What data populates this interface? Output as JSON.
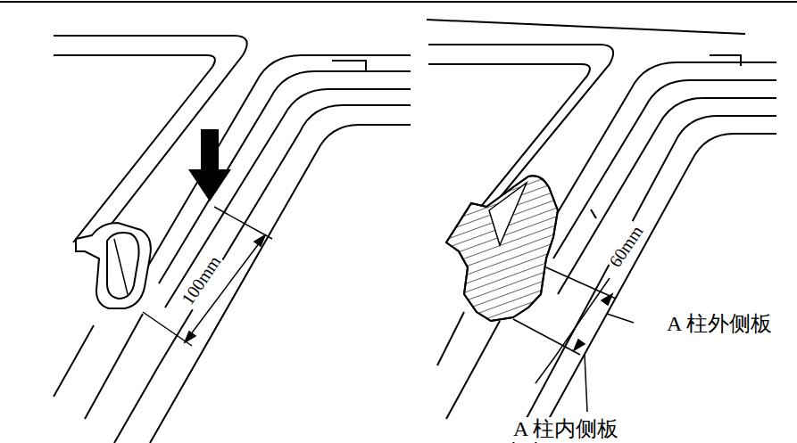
{
  "diagram": {
    "labels": [
      "100mm",
      "60mm",
      "A 柱外侧板",
      "A 柱内侧板"
    ]
  }
}
